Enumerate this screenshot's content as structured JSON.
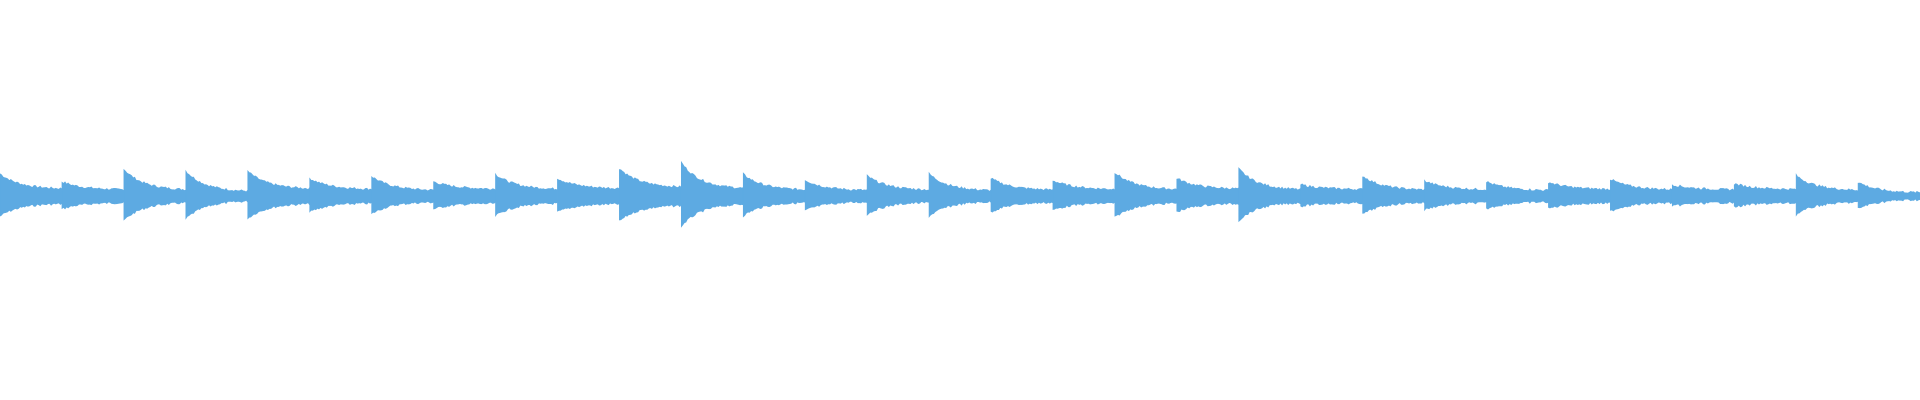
{
  "waveform": {
    "color": "#5DAAE2",
    "background": "#FFFFFF",
    "segment_count": 31,
    "segment_peaks": [
      0.53,
      0.34,
      0.64,
      0.6,
      0.59,
      0.42,
      0.47,
      0.34,
      0.52,
      0.42,
      0.66,
      0.8,
      0.52,
      0.38,
      0.48,
      0.53,
      0.42,
      0.37,
      0.56,
      0.42,
      0.65,
      0.27,
      0.48,
      0.36,
      0.34,
      0.33,
      0.4,
      0.27,
      0.29,
      0.49,
      0.33
    ],
    "segment_tail_levels": [
      0.18,
      0.16,
      0.15,
      0.11,
      0.18,
      0.17,
      0.14,
      0.18,
      0.17,
      0.19,
      0.22,
      0.18,
      0.15,
      0.14,
      0.15,
      0.13,
      0.15,
      0.17,
      0.16,
      0.18,
      0.15,
      0.17,
      0.15,
      0.16,
      0.14,
      0.17,
      0.16,
      0.16,
      0.17,
      0.14,
      0.08
    ]
  }
}
